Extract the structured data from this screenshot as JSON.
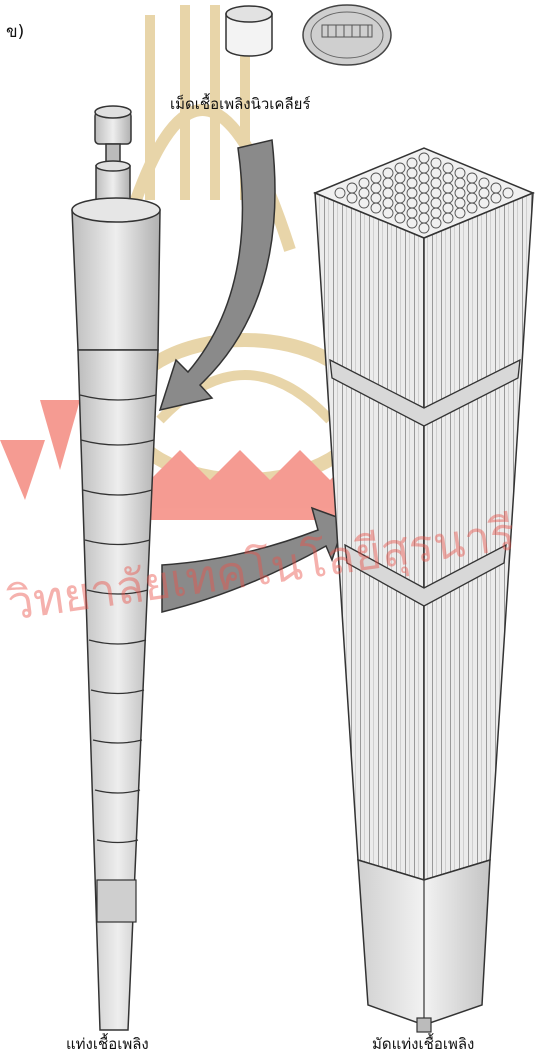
{
  "panel_letter": "ข)",
  "labels": {
    "pellet": "เม็ดเชื้อเพลิงนิวเคลียร์",
    "fuel_rod": "แท่งเชื้อเพลิง",
    "fuel_assembly": "มัดแท่งเชื้อเพลิง"
  },
  "watermark": {
    "text": "วิทยาลัยเทคโนโลยีสุรนารี",
    "color": "#e8534a"
  },
  "colors": {
    "line": "#333333",
    "fill": "#dcdcdc",
    "arrow": "#8a8a8a",
    "watermark_red": "#ee4b3a",
    "watermark_gold": "#d6b464"
  }
}
